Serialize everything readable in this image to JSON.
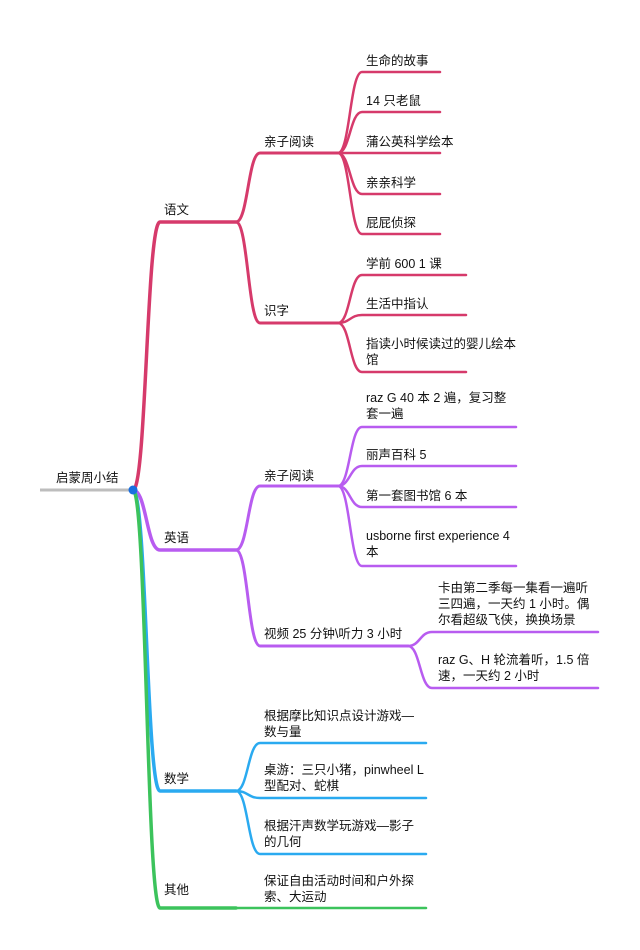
{
  "root": {
    "label": "启蒙周小结",
    "color": "#bdbdbd"
  },
  "colors": {
    "yuwen": "#d63a6b",
    "yingyu": "#b85cf0",
    "shuxue": "#2aaaf0",
    "qita": "#3cc35c",
    "hub": "#1a6fe0"
  },
  "yuwen": {
    "label": "语文",
    "qinzi": {
      "label": "亲子阅读",
      "items": [
        "生命的故事",
        "14 只老鼠",
        "蒲公英科学绘本",
        "亲亲科学",
        "屁屁侦探"
      ]
    },
    "shizi": {
      "label": "识字",
      "items": [
        "学前 600 1 课",
        "生活中指认",
        "指读小时候读过的婴儿绘本馆"
      ]
    }
  },
  "yingyu": {
    "label": "英语",
    "qinzi": {
      "label": "亲子阅读",
      "items": [
        "raz G 40 本 2 遍，复习整套一遍",
        "丽声百科 5",
        "第一套图书馆 6 本",
        "usborne first experience 4 本"
      ]
    },
    "shipin": {
      "label": "视频 25 分钟\\听力 3 小时",
      "items": [
        "卡由第二季每一集看一遍听三四遍，一天约 1 小时。偶尔看超级飞侠，换换场景",
        "raz G、H 轮流着听，1.5 倍速，一天约 2 小时"
      ]
    }
  },
  "shuxue": {
    "label": "数学",
    "items": [
      "根据摩比知识点设计游戏—数与量",
      "桌游：三只小猪，pinwheel L 型配对、蛇棋",
      "根据汗声数学玩游戏—影子的几何"
    ]
  },
  "qita": {
    "label": "其他",
    "items": [
      "保证自由活动时间和户外探索、大运动"
    ]
  }
}
